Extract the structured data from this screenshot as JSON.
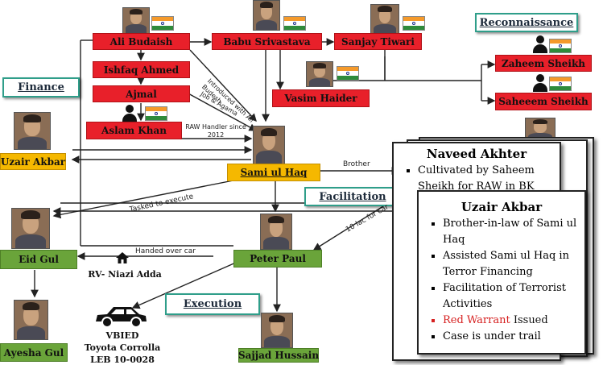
{
  "headings": {
    "finance": "Finance",
    "reconnaissance": "Reconnaissance",
    "facilitation": "Facilitation",
    "execution": "Execution"
  },
  "nodes": {
    "ali_budaish": "Ali Budaish",
    "babu_srivastava": "Babu Srivastava",
    "sanjay_tiwari": "Sanjay Tiwari",
    "ishfaq_ahmed": "Ishfaq Ahmed",
    "ajmal": "Ajmal",
    "aslam_khan": "Aslam Khan",
    "vasim_haider": "Vasim Haider",
    "zaheem_sheikh": "Zaheem Sheikh",
    "saheeem_sheikh": "Saheeem Sheikh",
    "uzair_akbar": "Uzair Akbar",
    "sami_ul_haq": "Sami ul Haq",
    "eid_gul": "Eid Gul",
    "peter_paul": "Peter Paul",
    "ayesha_gul": "Ayesha Gul",
    "sajjad_hussain": "Sajjad Hussain"
  },
  "edge_labels": {
    "introduced": "Introduced with Ali Budesh",
    "job_agama": "Job & Agama",
    "raw_handler": "RAW Handler since 2012",
    "brother": "Brother",
    "tasked": "Tasked to execute",
    "handed_over": "Handed over car",
    "ten_lac": "10 lac for car"
  },
  "place": "RV- Niazi Adda",
  "vehicle": {
    "line1": "VBIED",
    "line2": "Toyota Corrolla",
    "line3": "LEB 10-0028"
  },
  "card_naveed": {
    "title": "Naveed Akhter",
    "items": [
      "Cultivated by Saheem Sheikh for RAW in BK"
    ]
  },
  "card_uzair": {
    "title": "Uzair Akbar",
    "items": [
      "Brother-in-law of Sami ul Haq",
      "Assisted Sami ul Haq in Terror Financing",
      "Facilitation of Terrorist Activities",
      "Case is under trail"
    ],
    "red_warrant": "Red Warrant",
    "red_warrant_rest": " Issued"
  },
  "icons": {
    "flag": "india-flag-icon",
    "person": "person-silhouette-icon",
    "house": "house-icon",
    "car": "car-icon"
  },
  "colors": {
    "red_node": "#e8202a",
    "yellow_node": "#f5b800",
    "green_node": "#6aa43a",
    "heading_border": "#2f9e8a"
  }
}
